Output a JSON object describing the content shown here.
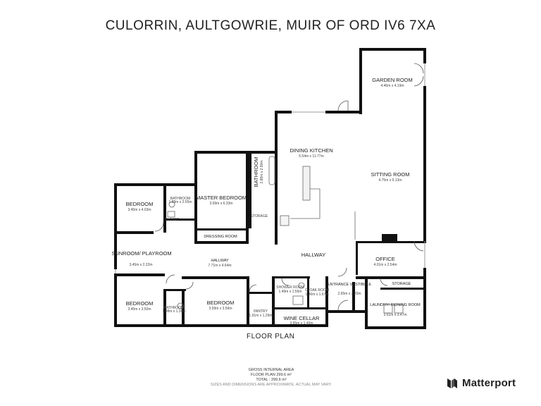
{
  "title": "CULORRIN, AULTGOWRIE, MUIR OF ORD IV6 7XA",
  "floor_plan_label": "FLOOR PLAN",
  "area": {
    "heading": "GROSS INTERNAL AREA",
    "floor_plan": "FLOOR PLAN 299.6 m²",
    "total": "TOTAL : 299.6 m²",
    "disclaimer": "SIZES AND DIMENSIONS ARE APPROXIMATE, ACTUAL MAY VARY."
  },
  "brand": {
    "name": "Matterport"
  },
  "rooms": {
    "garden_room": {
      "name": "GARDEN ROOM",
      "dim": "4.46m x 4.19m"
    },
    "dining_kitchen": {
      "name": "DINING KITCHEN",
      "dim": "5.54m x 11.77m"
    },
    "sitting_room": {
      "name": "SITTING ROOM",
      "dim": "4.75m x 9.13m"
    },
    "master_bedroom": {
      "name": "MASTER BEDROOM",
      "dim": "3.59m x 6.33m"
    },
    "bathroom_main": {
      "name": "BATHROOM",
      "dim": "2.88m x 2.80m"
    },
    "bedroom_1": {
      "name": "BEDROOM",
      "dim": "3.45m x 4.03m"
    },
    "bathroom_small_1": {
      "name": "BATHROOM",
      "dim": "1.88m x 2.55m"
    },
    "closet": {
      "name": "CLOSET"
    },
    "dressing_room": {
      "name": "DRESSING ROOM"
    },
    "storage_1": {
      "name": "STORAGE"
    },
    "sunroom": {
      "name": "SUNROOM/ PLAYROOM",
      "dim": "3.45m x 2.22m"
    },
    "hallway_1": {
      "name": "HALLWAY",
      "dim": "7.71m x 4.64m"
    },
    "hallway_2": {
      "name": "HALLWAY"
    },
    "office": {
      "name": "OFFICE",
      "dim": "4.01m x 2.54m"
    },
    "bedroom_2": {
      "name": "BEDROOM",
      "dim": "3.45m x 3.50m"
    },
    "bathroom_small_2": {
      "name": "BATHROOM",
      "dim": "1.88m x 1.38m"
    },
    "bedroom_3": {
      "name": "BEDROOM",
      "dim": "3.59m x 3.56m"
    },
    "pantry": {
      "name": "PANTRY",
      "dim": "1.91m x 1.29m"
    },
    "shower_room": {
      "name": "SHOWER ROOM",
      "dim": "1.49m x 1.55m"
    },
    "cloak_room": {
      "name": "CLOAK ROOM",
      "dim": "1.36m x 1.67m"
    },
    "wine_cellar": {
      "name": "WINE CELLAR",
      "dim": "3.65m x 1.40m"
    },
    "vestibule": {
      "name": "ENTRANCE VESTIBULE",
      "dim": "2.65m x 2.20m"
    },
    "storage_2": {
      "name": "STORAGE"
    },
    "laundry": {
      "name": "LAUNDRY/ IRONING ROOM",
      "dim": "3.61m x 3.47m"
    }
  }
}
